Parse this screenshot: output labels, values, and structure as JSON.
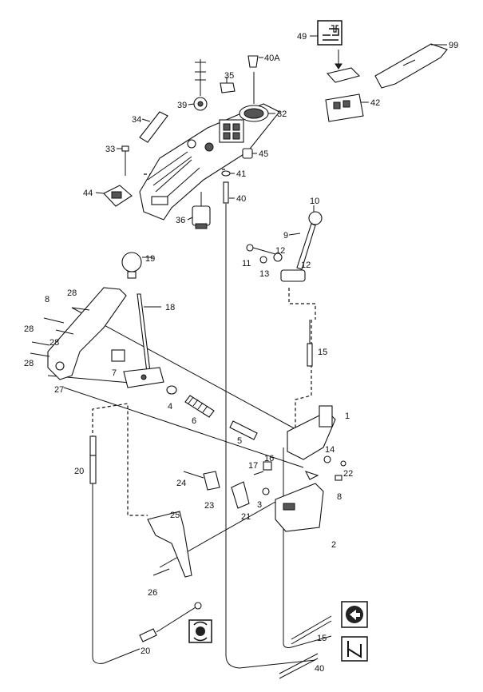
{
  "diagram": {
    "callouts": [
      "49",
      "99",
      "40A",
      "35",
      "39",
      "32",
      "34",
      "42",
      "33",
      "45",
      "41",
      "44",
      "40",
      "36",
      "10",
      "9",
      "11",
      "12",
      "13",
      "12",
      "19",
      "28",
      "8",
      "18",
      "28",
      "28",
      "7",
      "28",
      "15",
      "27",
      "1",
      "4",
      "6",
      "5",
      "14",
      "17",
      "16",
      "22",
      "20",
      "24",
      "23",
      "21",
      "3",
      "8",
      "25",
      "2",
      "26",
      "15",
      "20",
      "40"
    ]
  },
  "icons": [
    "gear-shift-icon",
    "reverse-icon",
    "cut-icon",
    "rotation-icon"
  ]
}
